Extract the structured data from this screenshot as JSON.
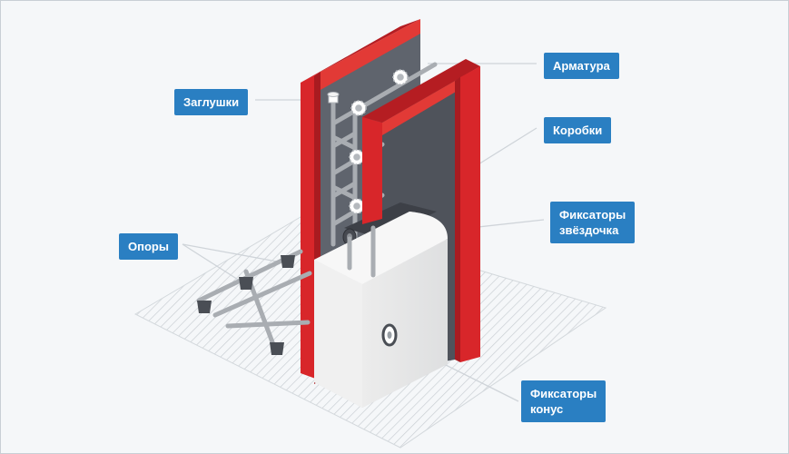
{
  "callouts": {
    "armatura": "Арматура",
    "zaglushki": "Заглушки",
    "korobki": "Коробки",
    "opory": "Опоры",
    "fiksatory_zvezdochka": "Фиксаторы\nзвёздочка",
    "fiksatory_konus": "Фиксаторы\nконус"
  },
  "colors": {
    "label_background": "#2a7fc2",
    "label_text": "#ffffff",
    "formwork_red": "#d8262a",
    "wall_gray": "#5d626c",
    "concrete_block": "#e8e9ea",
    "rebar": "#a9adb2",
    "leader_line": "#cfd4d9",
    "background": "#f5f7f9"
  }
}
